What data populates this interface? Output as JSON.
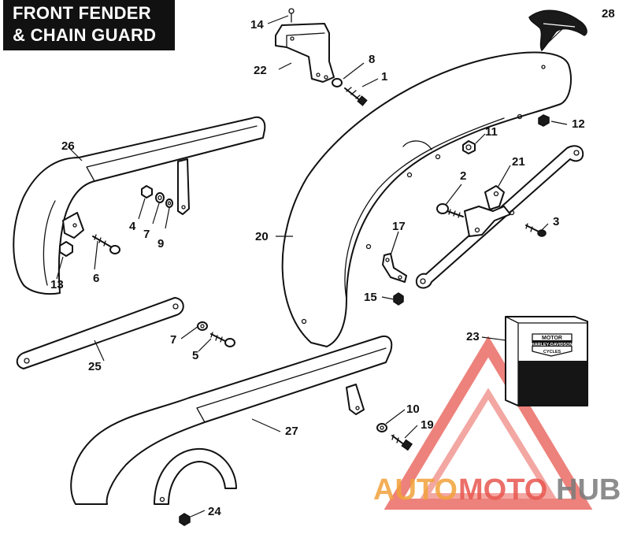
{
  "title": {
    "line1": "FRONT FENDER",
    "line2": "& CHAIN GUARD"
  },
  "callouts": [
    "1",
    "2",
    "3",
    "4",
    "5",
    "6",
    "7",
    "8",
    "9",
    "10",
    "11",
    "12",
    "13",
    "14",
    "15",
    "17",
    "19",
    "20",
    "21",
    "22",
    "23",
    "24",
    "25",
    "26",
    "27",
    "28"
  ],
  "labels": {
    "n1": "1",
    "n2": "2",
    "n3": "3",
    "n4": "4",
    "n5": "5",
    "n6": "6",
    "n7a": "7",
    "n7b": "7",
    "n8": "8",
    "n9": "9",
    "n10": "10",
    "n11": "11",
    "n12": "12",
    "n13": "13",
    "n14": "14",
    "n15": "15",
    "n17": "17",
    "n19": "19",
    "n20": "20",
    "n21": "21",
    "n22": "22",
    "n23": "23",
    "n24": "24",
    "n25": "25",
    "n26": "26",
    "n27": "27",
    "n28": "28"
  },
  "touchup_can": {
    "line1": "MOTOR",
    "line2": "HARLEY-DAVIDSON",
    "line3": "CYCLES"
  },
  "watermark": {
    "part1": "AUTO",
    "part2": "MOTO",
    "part3": "HUB"
  },
  "colors": {
    "ink": "#111111",
    "title_bg": "#111111",
    "title_fg": "#ffffff",
    "watermark_red": "#e8574f",
    "watermark_orange": "#f2a23a",
    "watermark_gray": "#7a7a7a"
  }
}
